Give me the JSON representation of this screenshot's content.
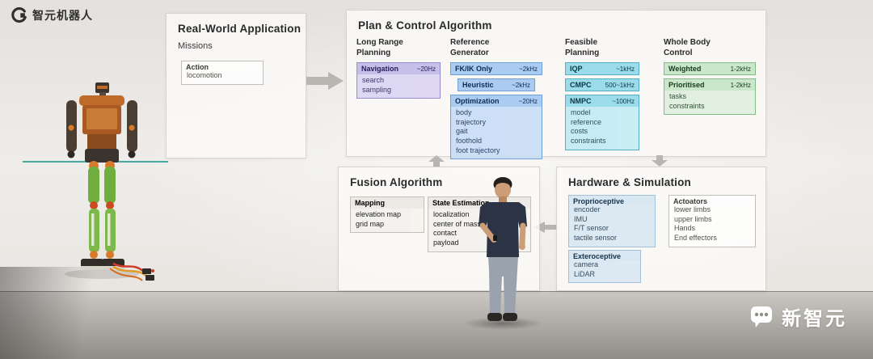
{
  "brand": {
    "logo_text": "智元机器人"
  },
  "watermark": {
    "text": "新智元"
  },
  "colors": {
    "purple_block": "#c6bfe9",
    "blue_block": "#abccf1",
    "cyan_block": "#9bdcea",
    "green_block": "#cbe7cb",
    "hardware_blue_block": "#d9e7f2",
    "panel_bg": "#fbfaf8",
    "arrow": "#b9b5b0"
  },
  "panels": {
    "real_world": {
      "title": "Real-World Application",
      "subtitle": "Missions",
      "action": {
        "label": "Action",
        "items": [
          "locomotion"
        ]
      }
    },
    "plan_control": {
      "title": "Plan & Control Algorithm",
      "columns": [
        {
          "heading": "Long Range Planning",
          "blocks": [
            {
              "label": "Navigation",
              "rate": "~20Hz",
              "items": [
                "search",
                "sampling"
              ]
            }
          ]
        },
        {
          "heading": "Reference Generator",
          "blocks": [
            {
              "label": "FK/IK Only",
              "rate": "~2kHz"
            },
            {
              "label": "Heuristic",
              "rate": "~2kHz"
            },
            {
              "label": "Optimization",
              "rate": "~20Hz",
              "items": [
                "body",
                "trajectory",
                "gait",
                "foothold",
                "foot trajectory"
              ]
            }
          ]
        },
        {
          "heading": "Feasible Planning",
          "blocks": [
            {
              "label": "IQP",
              "rate": "~1kHz"
            },
            {
              "label": "CMPC",
              "rate": "500~1kHz"
            },
            {
              "label": "NMPC",
              "rate": "~100Hz",
              "items": [
                "model",
                "reference",
                "costs",
                "constraints"
              ]
            }
          ]
        },
        {
          "heading": "Whole Body Control",
          "blocks": [
            {
              "label": "Weighted",
              "rate": "1-2kHz"
            },
            {
              "label": "Prioritised",
              "rate": "1-2kHz",
              "items": [
                "tasks",
                "constraints"
              ]
            }
          ]
        }
      ]
    },
    "fusion": {
      "title": "Fusion Algorithm",
      "blocks": [
        {
          "label": "Mapping",
          "items": [
            "elevation map",
            "grid map"
          ]
        },
        {
          "label": "State Estimation",
          "items": [
            "localization",
            "center of mass",
            "contact",
            "payload"
          ]
        }
      ]
    },
    "hardware": {
      "title": "Hardware & Simulation",
      "blocks": [
        {
          "label": "Proprioceptive",
          "items": [
            "encoder",
            "IMU",
            "F/T sensor",
            "tactile sensor"
          ]
        },
        {
          "label": "Actoators",
          "items": [
            "lower limbs",
            "upper limbs",
            "Hands",
            "End effectors"
          ]
        },
        {
          "label": "Exteroceptive",
          "items": [
            "camera",
            "LiDAR"
          ]
        }
      ]
    }
  }
}
